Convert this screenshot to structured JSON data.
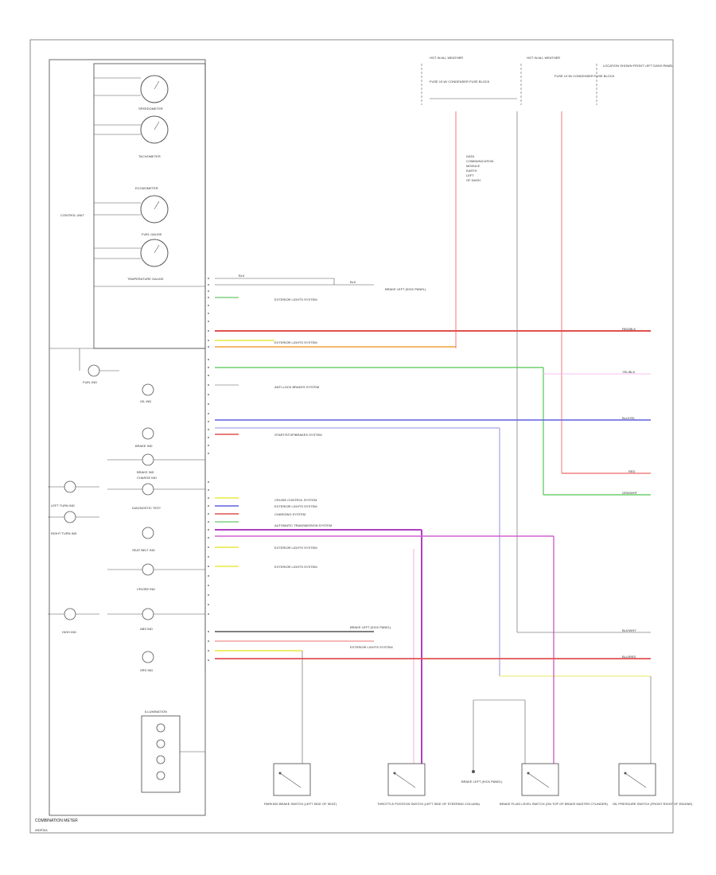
{
  "diagram": {
    "footer_label": "COMBINATION METER",
    "corner_code": "WDP301",
    "control_unit": "CONTROL UNIT",
    "gauges": [
      "SPEEDOMETER",
      "TACHOMETER",
      "ECONOMETER",
      "FUEL GAUGE",
      "TEMPERATURE GAUGE"
    ],
    "indicators_left": [
      "FUEL IND",
      "OIL IND",
      "BRAKE IND",
      "BRAKE IND",
      "CHARGE IND",
      "DIAGNOSTIC TEST",
      "SEAT BELT IND",
      "CRUISE IND",
      "ABS IND",
      "SRS IND"
    ],
    "turn_indicators": [
      "LEFT TURN IND",
      "RIGHT TURN IND",
      "HIGH IND"
    ],
    "illumination": "ILLUMINATION",
    "top_headers": [
      "HOT IN ALL WEATHER",
      "HOT IN ALL WEATHER"
    ],
    "top_blocks": [
      "FUSE 15 W/ CONDENSER FUSE BLOCK",
      "FUSE 13 W/ CONDENSER FUSE BLOCK",
      "LOCATION SHOWN FRONT LEFT DASH PANEL"
    ],
    "connector_note": [
      "DATA",
      "COMMUNICATION",
      "MODULE",
      "EARTH",
      "LEFT",
      "OF DASH"
    ],
    "wire_notes": {
      "w1": "BLK",
      "w2": "BLK",
      "w3": "BRAKE LEFT (KICK PANEL)",
      "w4": "EXTERIOR LIGHTS SYSTEM",
      "w5": "EXTERIOR LIGHTS SYSTEM",
      "w6": "ANTI-LOCK BRAKES SYSTEM",
      "w7": "START/STOP/BRAKES SYSTEM",
      "w8": "CRUISE CONTROL SYSTEM",
      "w9": "EXTERIOR LIGHTS SYSTEM",
      "w10": "CHARGING SYSTEM",
      "w11": "AUTOMATIC TRANSMISSION SYSTEM",
      "w12": "EXTERIOR LIGHTS SYSTEM",
      "w13": "EXTERIOR LIGHTS SYSTEM",
      "w14": "BRAKE LEFT (KICK PANEL)",
      "w15": "EXTERIOR LIGHTS SYSTEM"
    },
    "bottom_components": [
      "PARKING BRAKE SWITCH (LEFT SIDE OF SEAT)",
      "THROTTLE POSITION SWITCH (LEFT SIDE OF STEERING COLUMN)",
      "BRAKE LEFT (KICK PANEL)",
      "BRAKE FLUID LEVEL SWITCH (ON TOP OF BRAKE MASTER CYLINDER)",
      "OIL PRESSURE SWITCH (FRONT RIGHT OF ENGINE)"
    ],
    "right_tags": [
      "RED/BLK",
      "YEL/BLK",
      "BLU/YEL",
      "RED",
      "GRN/WHT",
      "BLK/WHT",
      "BLU/RED"
    ],
    "colors": {
      "red": "#e05050",
      "pink": "#f4a0a0",
      "orange": "#f0a040",
      "yellow": "#e8e840",
      "green": "#50c850",
      "blue": "#6060e0",
      "violet": "#b040c0",
      "magenta": "#d060d0",
      "gray": "#808080",
      "black": "#333333"
    }
  }
}
